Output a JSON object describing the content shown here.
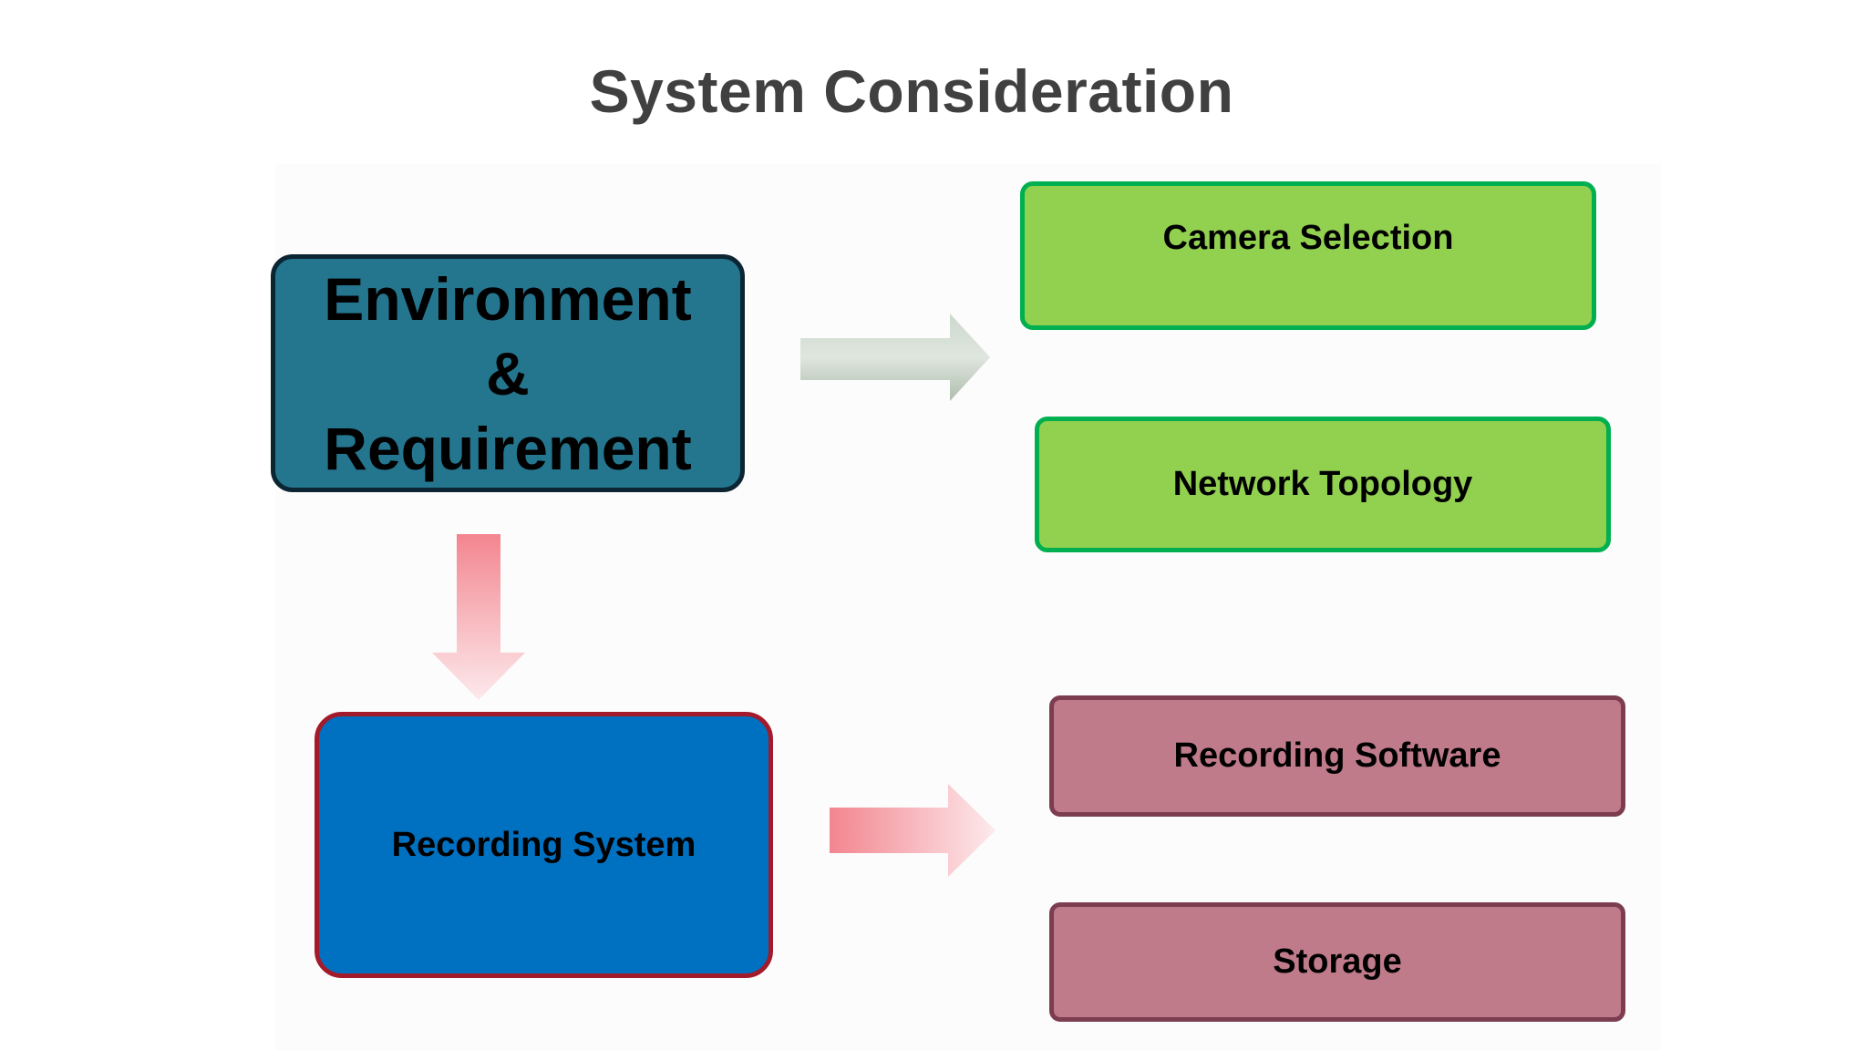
{
  "title": "System Consideration",
  "environment": {
    "line1": "Environment",
    "line2": "&",
    "line3": "Requirement"
  },
  "top_branch": {
    "items": [
      {
        "label": "Camera Selection"
      },
      {
        "label": "Network Topology"
      }
    ]
  },
  "recording_system": {
    "label": "Recording System"
  },
  "bottom_branch": {
    "items": [
      {
        "label": "Recording Software"
      },
      {
        "label": "Storage"
      }
    ]
  },
  "colors": {
    "title": "#404040",
    "environment_fill": "#24768f",
    "environment_border": "#0c2533",
    "green_fill": "#92d050",
    "green_border": "#00b050",
    "recording_fill": "#0070c0",
    "recording_border": "#a31b2a",
    "pink_fill": "#c07b8b",
    "pink_border": "#7b3d4f",
    "gray_arrow": "#b8c7b8",
    "red_arrow": "#f3858f"
  },
  "arrows": [
    {
      "icon": "right-arrow-icon",
      "color": "gray"
    },
    {
      "icon": "down-arrow-icon",
      "color": "red"
    },
    {
      "icon": "right-arrow-icon",
      "color": "red"
    }
  ]
}
